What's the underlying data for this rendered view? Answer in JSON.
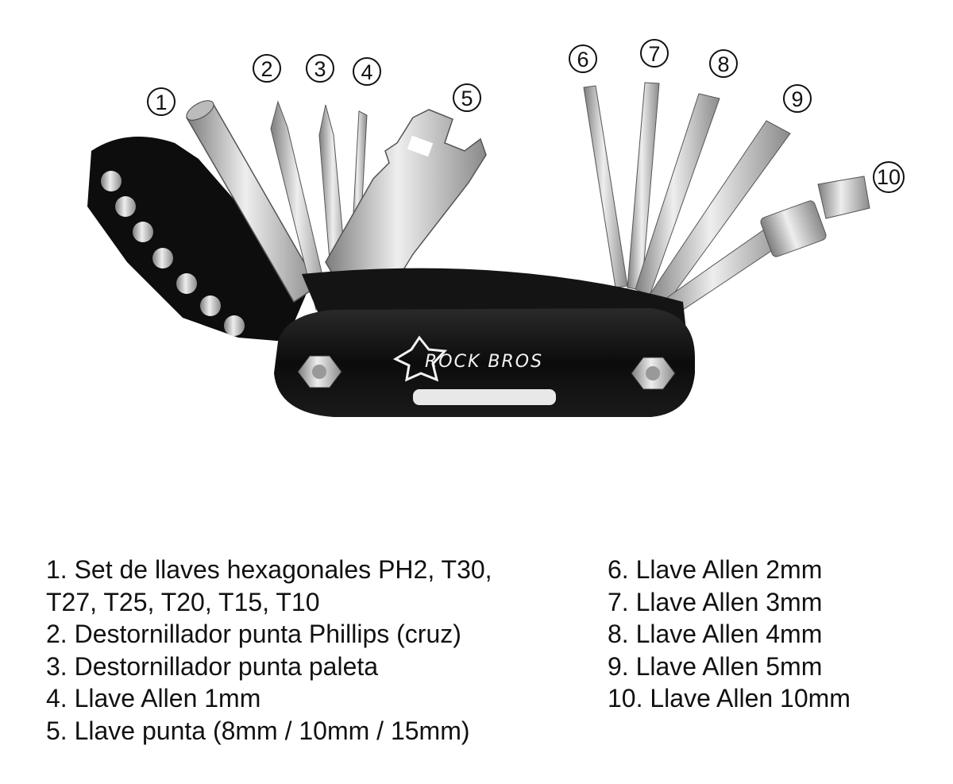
{
  "photo": {
    "brand_logo_text": "ROCK BROS",
    "callouts": [
      "1",
      "2",
      "3",
      "4",
      "5",
      "6",
      "7",
      "8",
      "9",
      "10"
    ]
  },
  "legend": {
    "left": [
      "1. Set de llaves hexagonales PH2, T30,",
      "T27, T25, T20, T15, T10",
      "2. Destornillador punta Phillips (cruz)",
      "3. Destornillador punta paleta",
      "4. Llave Allen 1mm",
      "5. Llave punta (8mm / 10mm / 15mm)"
    ],
    "right": [
      "6. Llave Allen 2mm",
      "7. Llave Allen 3mm",
      "8. Llave Allen 4mm",
      "9. Llave Allen 5mm",
      "10. Llave Allen 10mm"
    ]
  },
  "colors": {
    "background": "#ffffff",
    "body_black": "#111111",
    "steel": "#c9c9c9",
    "text": "#111111"
  }
}
